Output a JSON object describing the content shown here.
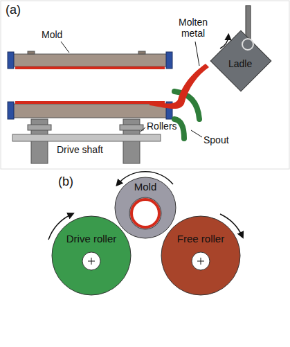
{
  "diagram": {
    "nodes": [
      {
        "text": [
          "Mold"
        ]
      },
      {
        "text": [
          "Drive roller"
        ]
      },
      {
        "text": [
          "Free roller"
        ]
      }
    ],
    "labels": [
      "(a)",
      "Mold",
      "Molten metal",
      "Ladle",
      "Spout",
      "Rollers",
      "Drive shaft",
      "(b)"
    ]
  }
}
